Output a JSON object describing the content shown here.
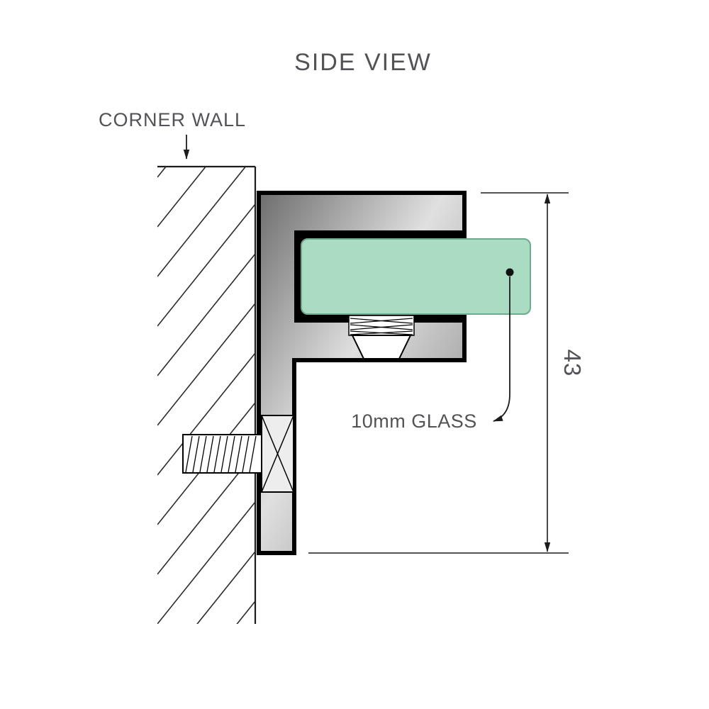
{
  "diagram": {
    "title": "SIDE VIEW",
    "wall_label": "CORNER WALL",
    "glass_label": "10mm GLASS",
    "dimension": {
      "value": "43"
    },
    "colors": {
      "text": "#515356",
      "line": "#1c1c1c",
      "outline": "#000000",
      "metal_dark": "#6d6d6d",
      "metal_light": "#e0e0e0",
      "metal_mid": "#808080",
      "glass_fill": "#a9dcc2",
      "glass_stroke": "#6fa98e",
      "background": "#ffffff"
    }
  }
}
